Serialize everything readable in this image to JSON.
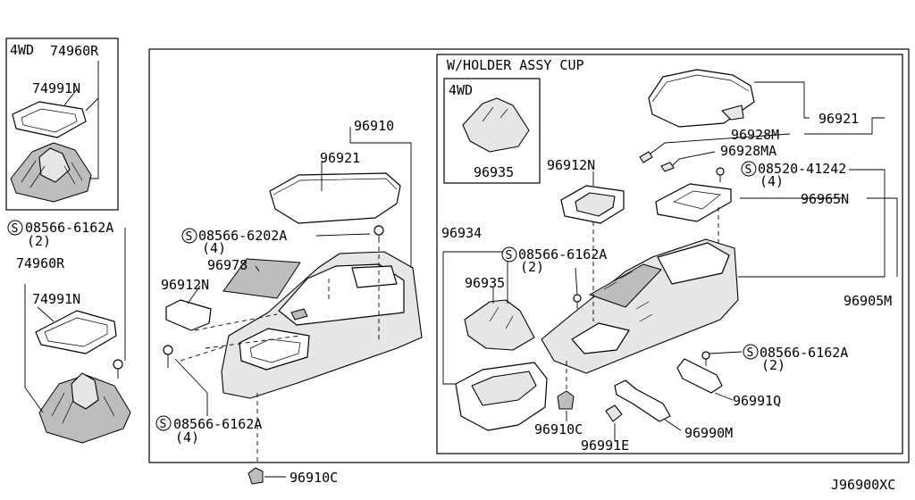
{
  "diagram_code": "J96900XC",
  "insets": {
    "inset_4wd_label": "4WD",
    "cup_holder_title": "W/HOLDER ASSY CUP",
    "cup_4wd_label": "4WD"
  },
  "labels": {
    "p74960R_a": "74960R",
    "p74991N_a": "74991N",
    "p08566_6162A_left": "08566-6162A",
    "p08566_6162A_left_qty": "(2)",
    "p74960R_b": "74960R",
    "p74991N_b": "74991N",
    "p96910": "96910",
    "p96921_mid": "96921",
    "p08566_6202A": "08566-6202A",
    "p08566_6202A_qty": "(4)",
    "p96978": "96978",
    "p96912N_mid": "96912N",
    "p08566_6162A_bottom": "08566-6162A",
    "p08566_6162A_bottom_qty": "(4)",
    "p96910C_bottom": "96910C",
    "p96935_4wd": "96935",
    "p96912N_right": "96912N",
    "p96934": "96934",
    "p08566_6162A_center": "08566-6162A",
    "p08566_6162A_center_qty": "(2)",
    "p96935": "96935",
    "p96910C_right": "96910C",
    "p96991E": "96991E",
    "p96990M": "96990M",
    "p96991Q": "96991Q",
    "p08566_6162A_right": "08566-6162A",
    "p08566_6162A_right_qty": "(2)",
    "p96905M": "96905M",
    "p96965N": "96965N",
    "p08520_41242": "08520-41242",
    "p08520_41242_qty": "(4)",
    "p96928MA": "96928MA",
    "p96928M": "96928M",
    "p96921_right": "96921"
  },
  "screw_symbol": "S"
}
